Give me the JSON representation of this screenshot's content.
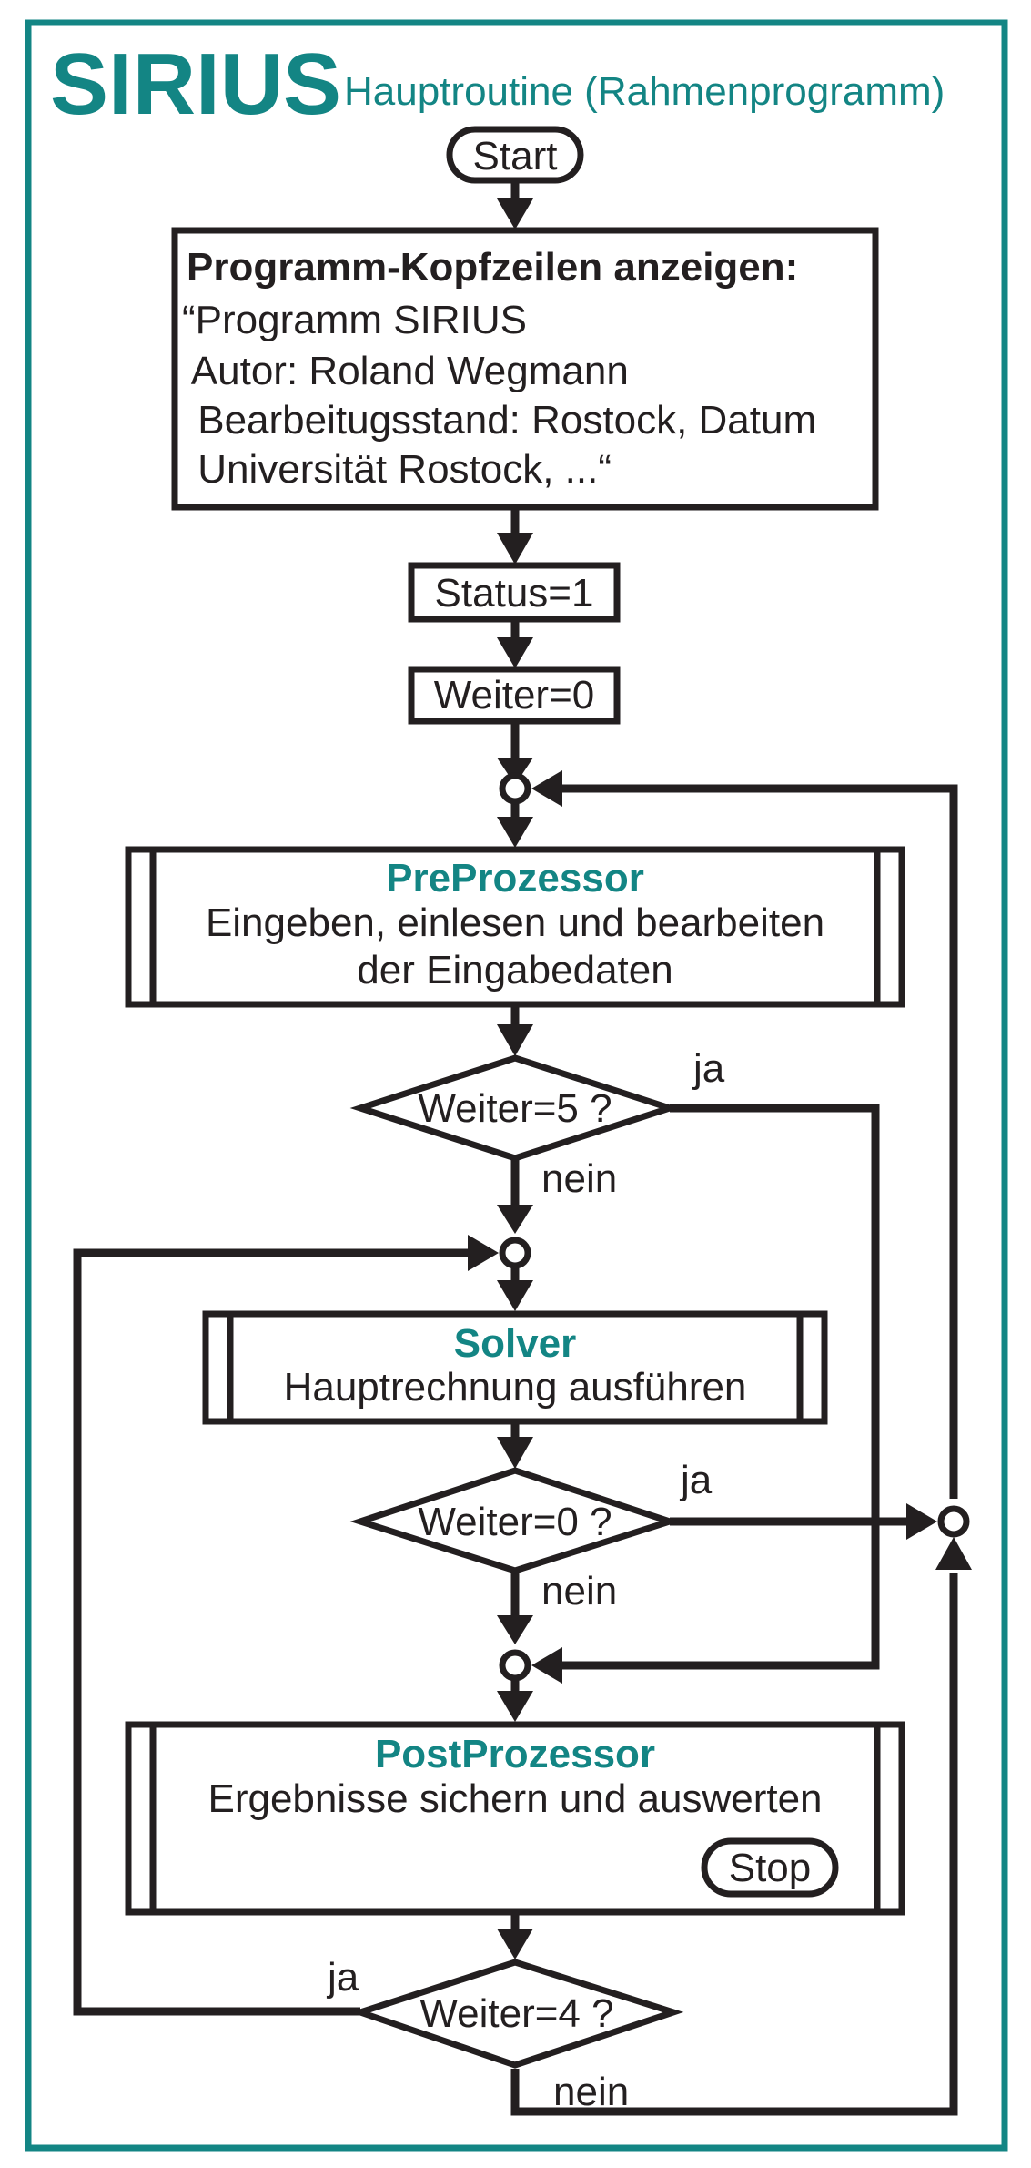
{
  "header": {
    "brand": "SIRIUS",
    "subtitle": "Hauptroutine (Rahmenprogramm)"
  },
  "start": {
    "label": "Start"
  },
  "header_box": {
    "title": "Programm-Kopfzeilen anzeigen:",
    "lines": [
      "“Programm SIRIUS",
      " Autor: Roland Wegmann",
      " Bearbeitugsstand: Rostock, Datum",
      " Universität Rostock, ...“"
    ]
  },
  "steps": {
    "status": "Status=1",
    "weiter": "Weiter=0"
  },
  "preprozessor": {
    "title": "PreProzessor",
    "line1": "Eingeben, einlesen und bearbeiten",
    "line2": "der Eingabedaten"
  },
  "decision1": {
    "condition": "Weiter=5 ?",
    "yes": "ja",
    "no": "nein"
  },
  "solver": {
    "title": "Solver",
    "line1": "Hauptrechnung ausführen"
  },
  "decision2": {
    "condition": "Weiter=0 ?",
    "yes": "ja",
    "no": "nein"
  },
  "postprozessor": {
    "title": "PostProzessor",
    "line1": "Ergebnisse sichern und auswerten",
    "stop": "Stop"
  },
  "decision3": {
    "condition": "Weiter=4 ?",
    "yes": "ja",
    "no": "nein"
  },
  "colors": {
    "accent": "#138584",
    "ink": "#231f20",
    "background": "#ffffff"
  }
}
